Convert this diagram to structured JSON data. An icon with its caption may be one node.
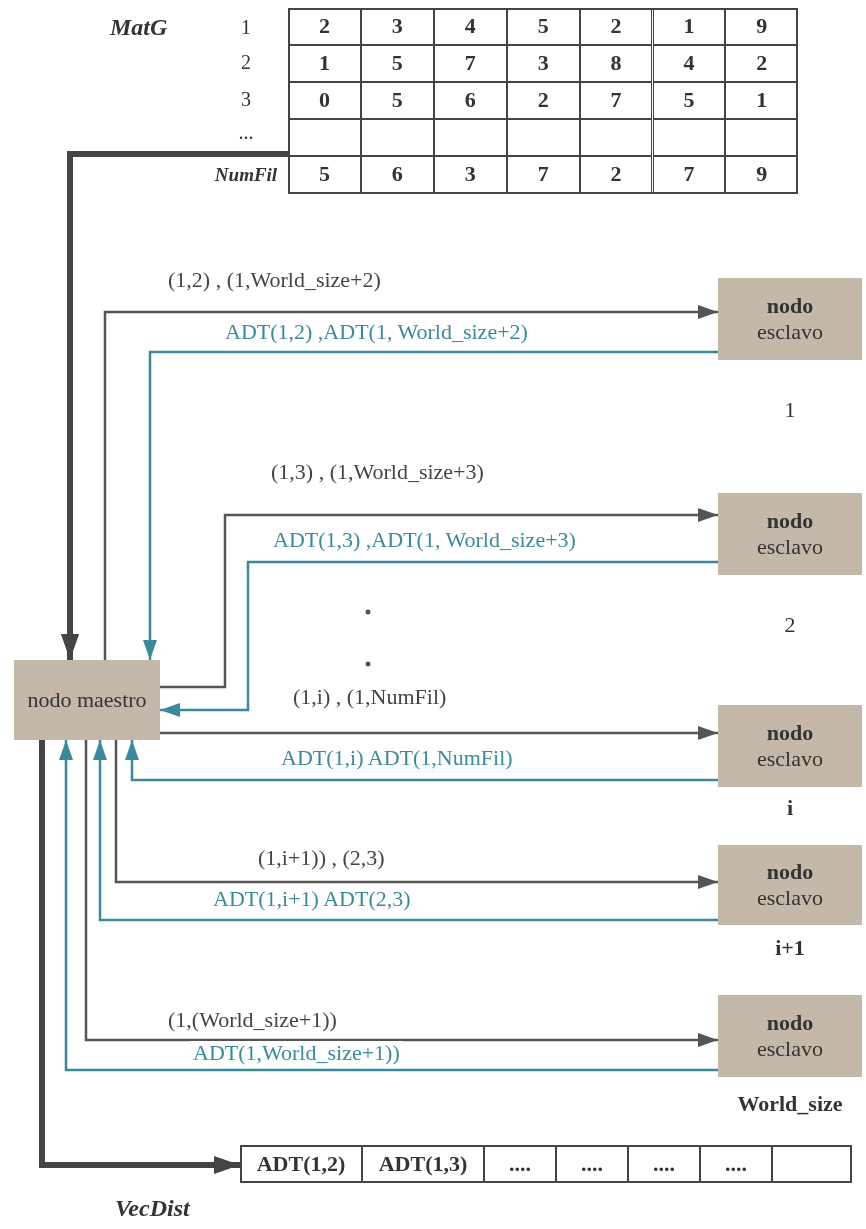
{
  "diagram": {
    "nodes": [
      {
        "text": [],
        "shape": "box"
      },
      {
        "text": [
          "nodo maestro"
        ]
      },
      {
        "text": [
          "nodo",
          "esclavo"
        ],
        "beside": [
          "1"
        ]
      },
      {
        "text": [
          "nodo",
          "esclavo"
        ],
        "beside": [
          "2"
        ]
      },
      {
        "text": [
          "nodo",
          "esclavo"
        ],
        "beside": [
          "i"
        ]
      },
      {
        "text": [
          "nodo",
          "esclavo"
        ],
        "beside": [
          "i+1"
        ]
      },
      {
        "text": [
          "nodo",
          "esclavo"
        ],
        "beside": [
          "World_size"
        ]
      },
      {
        "text": [],
        "shape": "box"
      }
    ],
    "edges": [
      {
        "from": 0,
        "to": 1,
        "arrow": "to",
        "style": "thick"
      },
      {
        "from": 1,
        "to": 2,
        "arrow": "to",
        "label": "(1,2) , (1,World_size+2)"
      },
      {
        "from": 2,
        "to": 1,
        "arrow": "to",
        "label": "ADT(1,2) ,ADT(1, World_size+2)",
        "color": "#3a8a9c"
      },
      {
        "from": 1,
        "to": 3,
        "arrow": "to",
        "label": "(1,3) , (1,World_size+3)"
      },
      {
        "from": 3,
        "to": 1,
        "arrow": "to",
        "label": "ADT(1,3) ,ADT(1, World_size+3)",
        "color": "#3a8a9c"
      },
      {
        "from": 1,
        "to": 4,
        "arrow": "to",
        "label": "(1,i) , (1,NumFil)"
      },
      {
        "from": 4,
        "to": 1,
        "arrow": "to",
        "label": "ADT(1,i) ADT(1,NumFil)",
        "color": "#3a8a9c"
      },
      {
        "from": 1,
        "to": 5,
        "arrow": "to",
        "label": "(1,i+1)) , (2,3)"
      },
      {
        "from": 5,
        "to": 1,
        "arrow": "to",
        "label": "ADT(1,i+1) ADT(2,3)",
        "color": "#3a8a9c"
      },
      {
        "from": 1,
        "to": 6,
        "arrow": "to",
        "label": "(1,(World_size+1))"
      },
      {
        "from": 6,
        "to": 1,
        "arrow": "to",
        "label": "ADT(1,World_size+1))",
        "color": "#3a8a9c"
      },
      {
        "from": 1,
        "to": 7,
        "arrow": "to",
        "style": "thick"
      }
    ],
    "labels": [
      "MatG",
      "1",
      "2",
      "3",
      "...",
      "NumFil",
      "2",
      "3",
      "4",
      "5",
      "2",
      "1",
      "9",
      "1",
      "5",
      "7",
      "3",
      "8",
      "4",
      "2",
      "0",
      "5",
      "6",
      "2",
      "7",
      "5",
      "1",
      "5",
      "6",
      "3",
      "7",
      "2",
      "7",
      "9",
      "VecDist",
      "ADT(1,2)",
      "ADT(1,3)",
      "....",
      "....",
      "....",
      "...."
    ]
  }
}
